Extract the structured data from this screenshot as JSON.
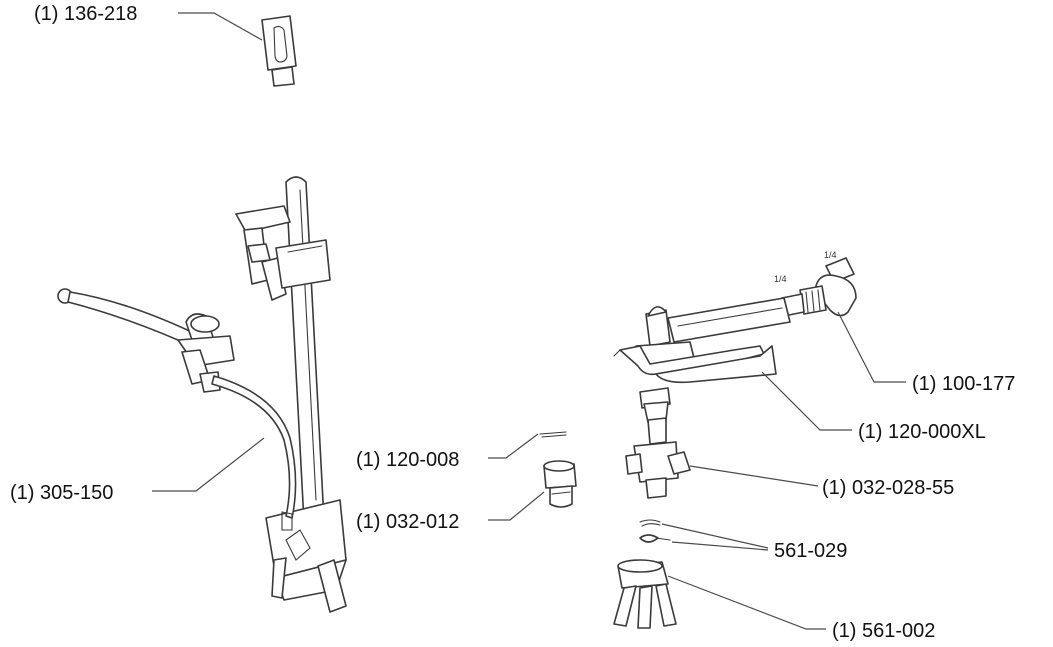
{
  "labels": {
    "p136_218": "(1) 136-218",
    "p305_150": "(1) 305-150",
    "p120_008": "(1) 120-008",
    "p032_012": "(1) 032-012",
    "p100_177": "(1) 100-177",
    "p120_000xl": "(1) 120-000XL",
    "p032_028_55": "(1) 032-028-55",
    "p561_029": "561-029",
    "p561_002": "(1) 561-002"
  },
  "thread_marks": {
    "elbow": "1/4",
    "nipple": "1/4"
  },
  "colors": {
    "line": "#3a3a3a",
    "text": "#111111",
    "background": "#ffffff"
  }
}
